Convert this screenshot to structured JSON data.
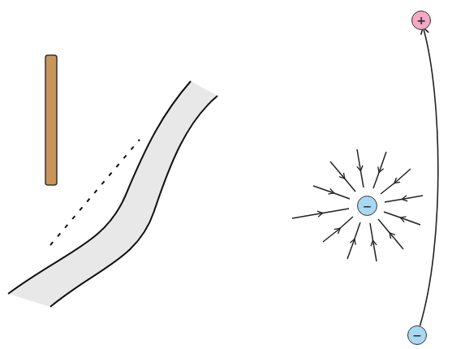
{
  "diagram": {
    "nodes": [
      {
        "text": [
          "+"
        ]
      },
      {
        "text": [
          "−"
        ]
      },
      {
        "text": [
          "−"
        ]
      }
    ],
    "edges": [
      {
        "from": 2,
        "to": 0,
        "arrow": "to"
      }
    ]
  }
}
